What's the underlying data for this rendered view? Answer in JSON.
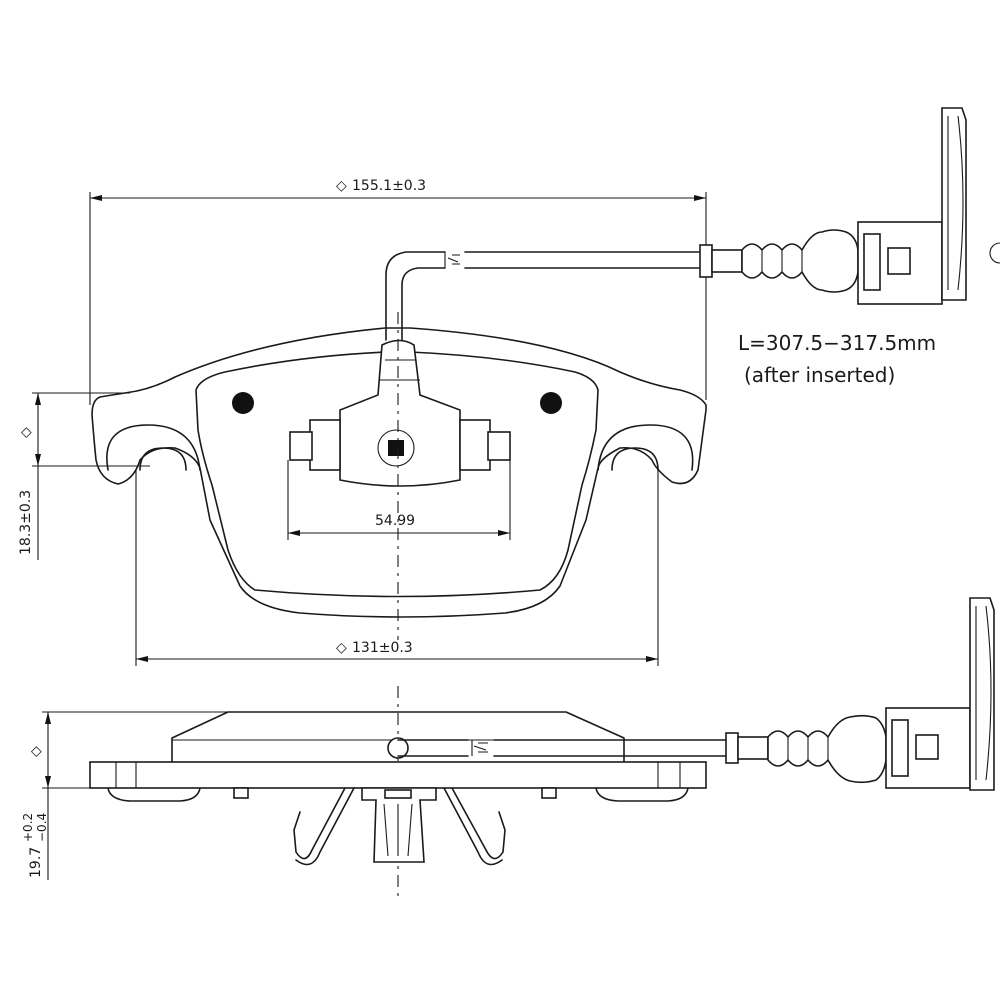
{
  "dimensions": {
    "overall_width": "155.1±0.3",
    "inner_width": "131±0.3",
    "hole_spacing": "54.99",
    "ear_height": "18.3±0.3",
    "thickness_base": "19.7",
    "thickness_tol_upper": "+0.2",
    "thickness_tol_lower": "−0.4",
    "diamond_symbol": "◇"
  },
  "wire": {
    "length": "L=307.5−317.5mm",
    "note": "(after inserted)"
  }
}
